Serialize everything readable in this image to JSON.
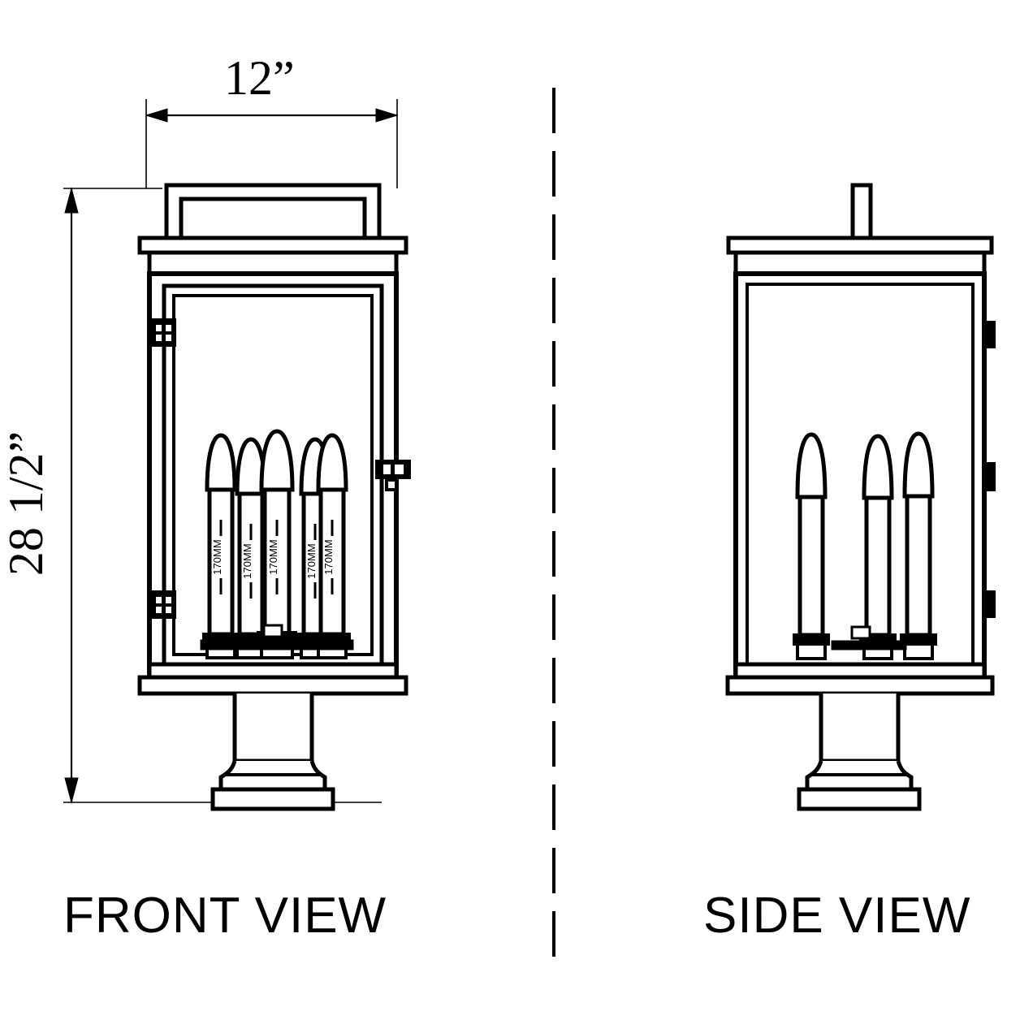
{
  "drawing": {
    "type": "technical-dimension-drawing",
    "subject": "outdoor pier-mount lantern",
    "background_color": "#ffffff",
    "line_color": "#000000",
    "dimensions": {
      "width": {
        "label": "12”",
        "value": 12,
        "unit": "inch",
        "orientation": "horizontal"
      },
      "height": {
        "label": "28 1/2”",
        "value": 28.5,
        "unit": "inch",
        "orientation": "vertical"
      }
    },
    "views": [
      {
        "name": "front",
        "caption": "FRONT VIEW",
        "candle_count": 5,
        "candle_labels": [
          "170MM",
          "170MM",
          "170MM",
          "170MM",
          "170MM"
        ],
        "has_top_bracket": true,
        "has_hinges": true,
        "has_latch": true
      },
      {
        "name": "side",
        "caption": "SIDE VIEW",
        "candle_count": 3,
        "candle_labels": [],
        "has_top_post": true,
        "has_side_tabs": true
      }
    ],
    "divider": {
      "style": "dashed",
      "orientation": "vertical"
    }
  }
}
